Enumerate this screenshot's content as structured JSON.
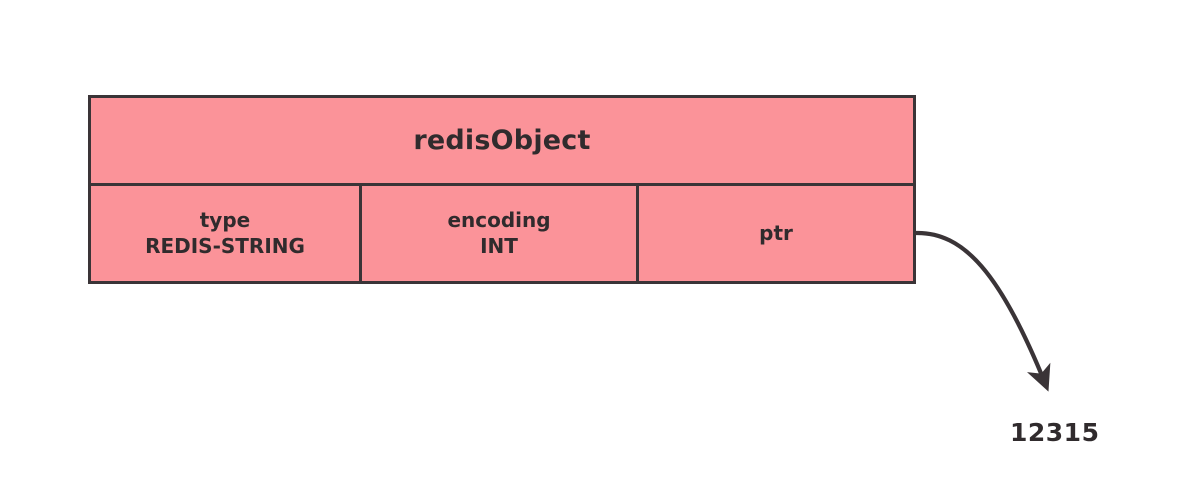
{
  "diagram": {
    "title": "redisObject",
    "struct": {
      "header_label": "redisObject",
      "fields": [
        {
          "name": "type",
          "label": "type",
          "value": "REDIS-STRING"
        },
        {
          "name": "encoding",
          "label": "encoding",
          "value": "INT"
        },
        {
          "name": "ptr",
          "label": "ptr",
          "value": ""
        }
      ]
    },
    "pointer": {
      "from_field": "ptr",
      "target_value": "12315",
      "arrow_icon": "curved-arrow-icon"
    },
    "colors": {
      "fill": "#fb9399",
      "stroke": "#3a3437",
      "text": "#302b2d",
      "background": "#ffffff"
    }
  }
}
